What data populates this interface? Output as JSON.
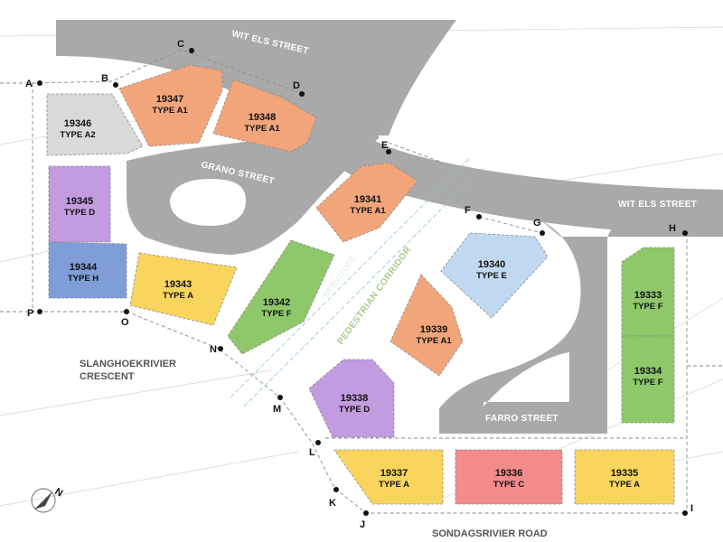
{
  "streets": {
    "wit_els_top": "WIT ELS STREET",
    "wit_els_right": "WIT ELS STREET",
    "grano": "GRANO STREET",
    "farro": "FARRO STREET",
    "slanghoek_line1": "SLANGHOEKRIVIER",
    "slanghoek_line2": "CRESCENT",
    "sondagsrivier": "SONDAGSRIVIER ROAD"
  },
  "corridor": {
    "pedestrian": "PEDESTRIAN CORRIDOR",
    "servitude": "SERVITUDE"
  },
  "plots": [
    {
      "id": "p19346",
      "number": "19346",
      "type": "TYPE A2",
      "color": "#d9d9d9"
    },
    {
      "id": "p19347",
      "number": "19347",
      "type": "TYPE A1",
      "color": "#f2a57a"
    },
    {
      "id": "p19348",
      "number": "19348",
      "type": "TYPE A1",
      "color": "#f2a57a"
    },
    {
      "id": "p19345",
      "number": "19345",
      "type": "TYPE D",
      "color": "#c39be0"
    },
    {
      "id": "p19344",
      "number": "19344",
      "type": "TYPE H",
      "color": "#7f9ed8"
    },
    {
      "id": "p19343",
      "number": "19343",
      "type": "TYPE A",
      "color": "#f9d55e"
    },
    {
      "id": "p19342",
      "number": "19342",
      "type": "TYPE F",
      "color": "#8ec86b"
    },
    {
      "id": "p19341",
      "number": "19341",
      "type": "TYPE A1",
      "color": "#f2a57a"
    },
    {
      "id": "p19340",
      "number": "19340",
      "type": "TYPE E",
      "color": "#c0d9f0"
    },
    {
      "id": "p19339",
      "number": "19339",
      "type": "TYPE A1",
      "color": "#f2a57a"
    },
    {
      "id": "p19338",
      "number": "19338",
      "type": "TYPE D",
      "color": "#c39be0"
    },
    {
      "id": "p19333",
      "number": "19333",
      "type": "TYPE F",
      "color": "#8ec86b"
    },
    {
      "id": "p19334",
      "number": "19334",
      "type": "TYPE F",
      "color": "#8ec86b"
    },
    {
      "id": "p19337",
      "number": "19337",
      "type": "TYPE A",
      "color": "#f9d55e"
    },
    {
      "id": "p19336",
      "number": "19336",
      "type": "TYPE C",
      "color": "#f48b8b"
    },
    {
      "id": "p19335",
      "number": "19335",
      "type": "TYPE A",
      "color": "#f9d55e"
    }
  ],
  "points": [
    "A",
    "B",
    "C",
    "D",
    "E",
    "F",
    "G",
    "H",
    "I",
    "J",
    "K",
    "L",
    "M",
    "N",
    "O",
    "P"
  ],
  "north": "N",
  "colors": {
    "road": "#a9a9a9",
    "road_edge": "#ffffff",
    "corridor_line": "#7fc6d6"
  }
}
